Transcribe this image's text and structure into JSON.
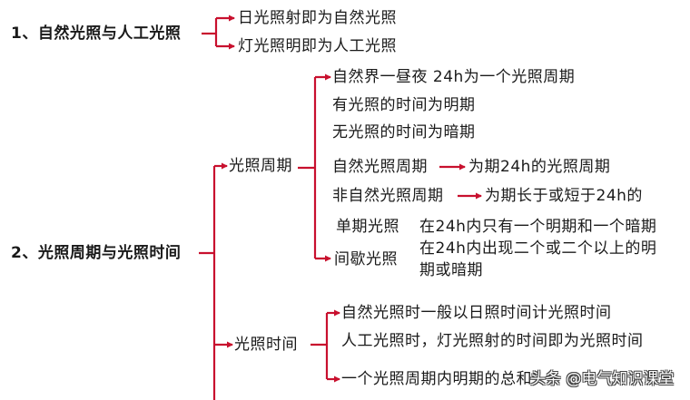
{
  "colors": {
    "connector": "#c8102e",
    "text": "#1a1a1a",
    "background": "#ffffff"
  },
  "section1": {
    "root": "1、自然光照与人工光照",
    "branches": [
      "日光照射即为自然光照",
      "灯光照明即为人工光照"
    ]
  },
  "section2": {
    "root": "2、光照周期与光照时间",
    "cycle": {
      "label": "光照周期",
      "items": [
        "自然界一昼夜  24h为一个光照周期",
        "有光照的时间为明期",
        "无光照的时间为暗期",
        {
          "label": "自然光照周期",
          "detail": "为期24h的光照周期"
        },
        {
          "label": "非自然光照周期",
          "detail": "为期长于或短于24h的"
        },
        {
          "label": "单期光照",
          "detail": "在24h内只有一个明期和一个暗期"
        },
        {
          "label": "间歇光照",
          "detail_line1": "在24h内出现二个或二个以上的明",
          "detail_line2": "期或暗期"
        }
      ]
    },
    "duration": {
      "label": "光照时间",
      "items": [
        "自然光照时一般以日照时间计光照时间",
        "人工光照时，灯光照射的时间即为光照时间",
        "一个光照周期内明期的总和"
      ]
    }
  },
  "watermark": "头条 @电气知识课堂"
}
